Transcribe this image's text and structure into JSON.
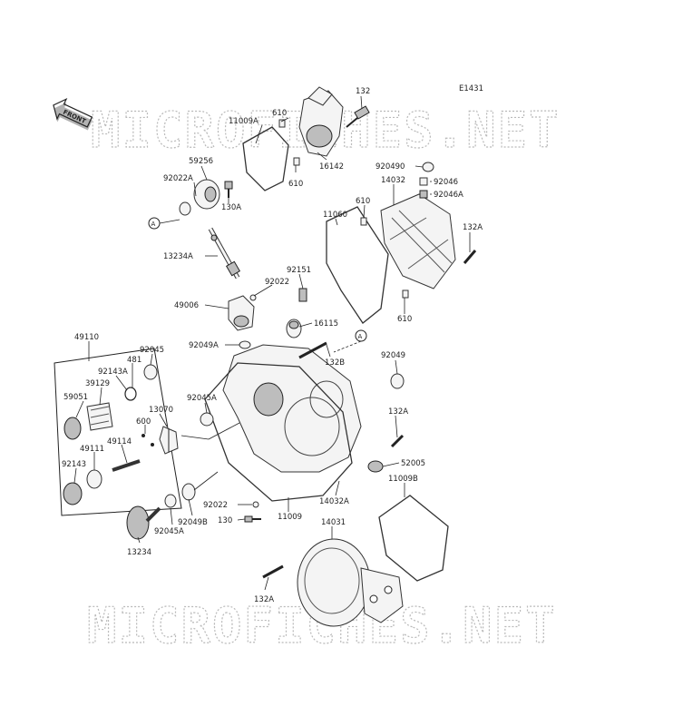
{
  "diagram_code": "E1431",
  "front_label": "FRONT",
  "watermark": "MICROFICHES.NET",
  "ref_markers": [
    "A"
  ],
  "labels": {
    "p132": "132",
    "p11009A": "11009A",
    "p610a": "610",
    "p610b": "610",
    "p610c": "610",
    "p610d": "610",
    "p16142": "16142",
    "p59256": "59256",
    "p92022A": "92022A",
    "p130A": "130A",
    "p920490": "920490",
    "p92046": "92046",
    "p92046A": "92046A",
    "p14032": "14032",
    "p11060": "11060",
    "p132A_a": "132A",
    "p13234A": "13234A",
    "p92151": "92151",
    "p92022a": "92022",
    "p49006": "49006",
    "p16115": "16115",
    "p92049A": "92049A",
    "p49110": "49110",
    "p92045": "92045",
    "p481": "481",
    "p92143A": "92143A",
    "p39129": "39129",
    "p59051": "59051",
    "p13070": "13070",
    "p600": "600",
    "p49114": "49114",
    "p49111": "49111",
    "p92143": "92143",
    "p132B": "132B",
    "p92049": "92049",
    "p92045A_a": "92045A",
    "p132A_b": "132A",
    "p52005": "52005",
    "p11009B": "11009B",
    "p14032A": "14032A",
    "p11009": "11009",
    "p92022b": "92022",
    "p130": "130",
    "p92049B": "92049B",
    "p92045A_b": "92045A",
    "p13234": "13234",
    "p14031": "14031",
    "p132A_c": "132A"
  }
}
